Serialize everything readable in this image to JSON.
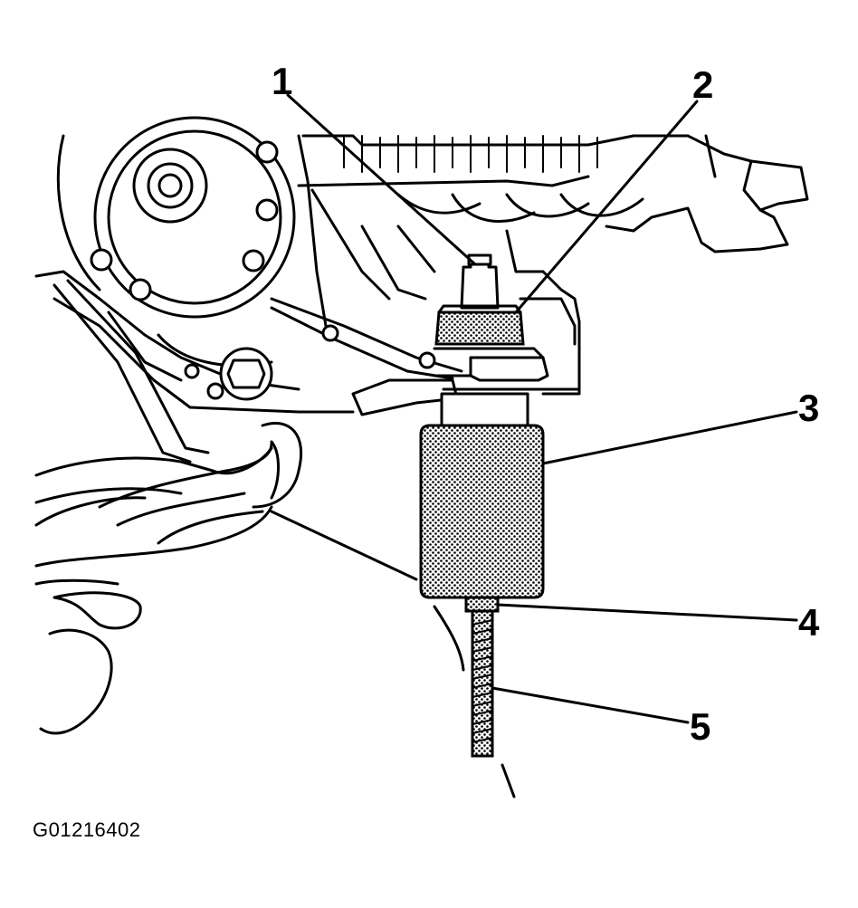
{
  "figure": {
    "id": "G01216402",
    "callouts": [
      {
        "number": "1"
      },
      {
        "number": "2"
      },
      {
        "number": "3"
      },
      {
        "number": "4"
      },
      {
        "number": "5"
      }
    ]
  }
}
